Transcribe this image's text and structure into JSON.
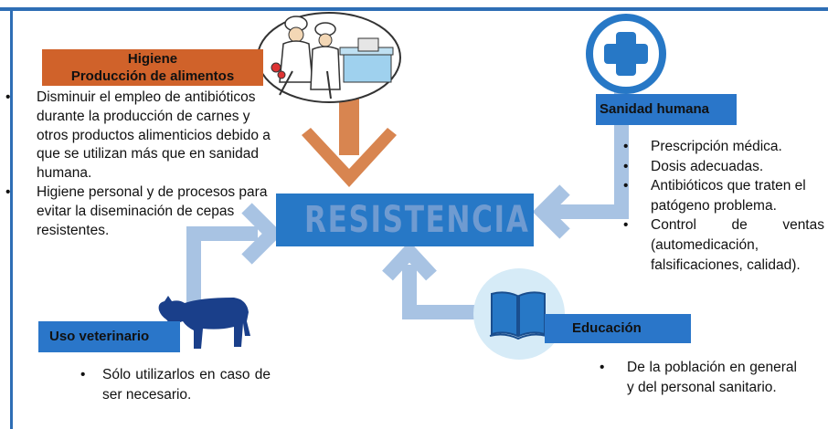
{
  "center": {
    "title": "RESISTENCIA"
  },
  "hygiene": {
    "label_line1": "Higiene",
    "label_line2": "Producción de alimentos",
    "items": [
      "Disminuir el empleo de antibióticos durante la producción de carnes y otros productos alimenticios debido a que se utilizan más que en sanidad humana.",
      "Higiene personal y de procesos para evitar la diseminación de cepas resistentes."
    ]
  },
  "veterinary": {
    "label": "Uso veterinario",
    "items": [
      "Sólo utilizarlos en caso de ser necesario."
    ]
  },
  "human_health": {
    "label": "Sanidad humana",
    "items": [
      "Prescripción médica.",
      "Dosis adecuadas.",
      "Antibióticos que traten el patógeno problema.",
      "Control de ventas (automedicación, falsificaciones, calidad)."
    ]
  },
  "education": {
    "label": "Educación",
    "items": [
      "De la población en general y del personal sanitario."
    ]
  },
  "colors": {
    "blue": "#2778c6",
    "light_blue_arrow": "#a8c3e3",
    "orange": "#d0622a",
    "orange_arrow": "#d88550"
  },
  "icons": [
    "cooks-illustration",
    "medical-cross-icon",
    "bull-icon",
    "book-icon"
  ]
}
